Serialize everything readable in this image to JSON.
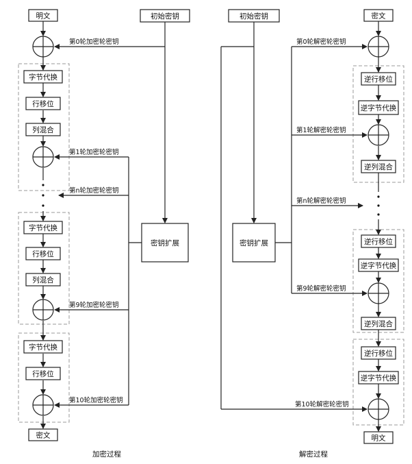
{
  "encryption": {
    "plaintext": "明文",
    "ciphertext": "密文",
    "initial_key": "初始密钥",
    "key_expansion": "密钥扩展",
    "sub_bytes": "字节代换",
    "shift_rows": "行移位",
    "mix_columns": "列混合",
    "key_round0": "第0轮加密轮密钥",
    "key_round1": "第1轮加密轮密钥",
    "key_roundn": "第n轮加密轮密钥",
    "key_round9": "第9轮加密轮密钥",
    "key_round10": "第10轮加密轮密钥",
    "caption": "加密过程"
  },
  "decryption": {
    "ciphertext": "密文",
    "plaintext": "明文",
    "initial_key": "初始密钥",
    "key_expansion": "密钥扩展",
    "inv_shift_rows": "逆行移位",
    "inv_sub_bytes": "逆字节代换",
    "inv_mix_columns": "逆列混合",
    "key_round0": "第0轮解密轮密钥",
    "key_round1": "第1轮解密轮密钥",
    "key_roundn": "第n轮解密轮密钥",
    "key_round9": "第9轮解密轮密钥",
    "key_round10": "第10轮解密轮密钥",
    "caption": "解密过程"
  }
}
